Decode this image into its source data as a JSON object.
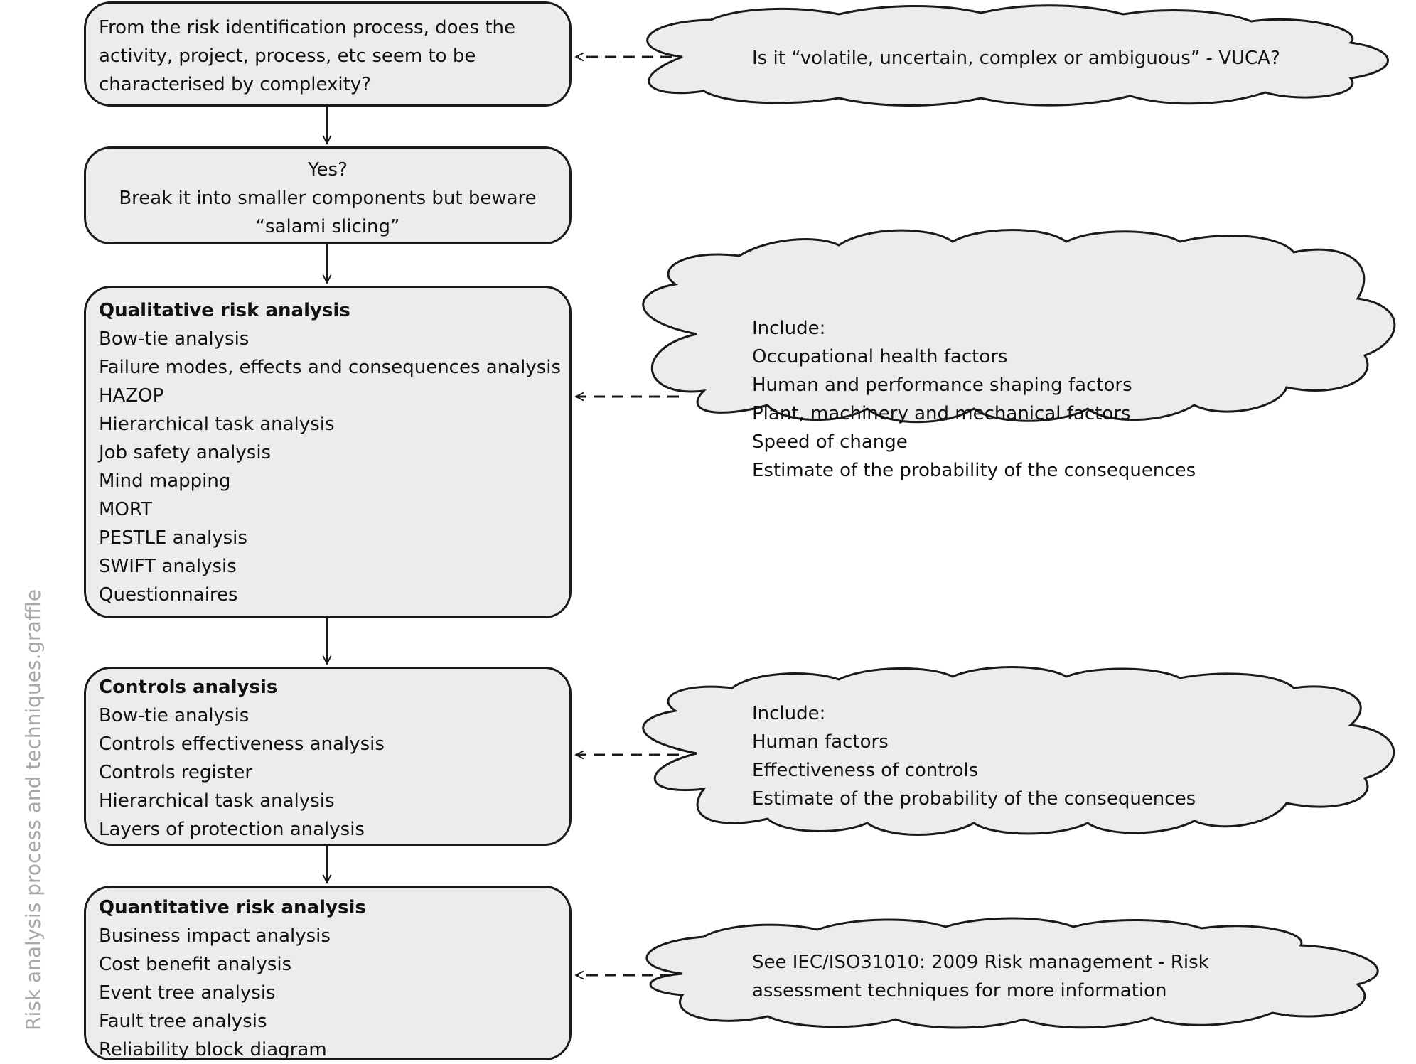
{
  "side_label": "Risk analysis process and techniques.graffle",
  "boxes": {
    "complexity": {
      "lines": [
        "From the risk identification process, does the",
        "activity, project, process, etc seem to be",
        "characterised by complexity?"
      ]
    },
    "breakdown": {
      "lines": [
        "Yes?",
        "Break it into smaller components but beware",
        "“salami slicing”"
      ]
    },
    "qualitative": {
      "title": "Qualitative risk analysis",
      "items": [
        "Bow-tie analysis",
        "Failure modes, effects and consequences analysis",
        "HAZOP",
        "Hierarchical task analysis",
        "Job safety analysis",
        "Mind mapping",
        "MORT",
        "PESTLE analysis",
        "SWIFT analysis",
        "Questionnaires"
      ]
    },
    "controls": {
      "title": "Controls analysis",
      "items": [
        "Bow-tie analysis",
        "Controls effectiveness analysis",
        "Controls register",
        "Hierarchical task analysis",
        "Layers of protection analysis"
      ]
    },
    "quantitative": {
      "title": "Quantitative risk analysis",
      "items": [
        "Business impact analysis",
        "Cost benefit analysis",
        "Event tree analysis",
        "Fault tree analysis",
        "Reliability block diagram"
      ]
    }
  },
  "clouds": {
    "vuca": {
      "lines": [
        "Is it “volatile, uncertain, complex or ambiguous” - VUCA?"
      ]
    },
    "qualitative_include": {
      "lines": [
        "Include:",
        "Occupational health factors",
        "Human and performance shaping factors",
        "Plant, machinery and mechanical factors",
        "Speed of change",
        "Estimate of the probability of the consequences"
      ]
    },
    "controls_include": {
      "lines": [
        "Include:",
        "Human factors",
        "Effectiveness of controls",
        "Estimate of the probability of the consequences"
      ]
    },
    "reference": {
      "lines": [
        "See IEC/ISO31010: 2009 Risk management - Risk",
        "assessment techniques for more information"
      ]
    }
  },
  "colors": {
    "box_fill": "#ececec",
    "stroke": "#1a1a1a",
    "side_label": "#a8a8a8"
  }
}
